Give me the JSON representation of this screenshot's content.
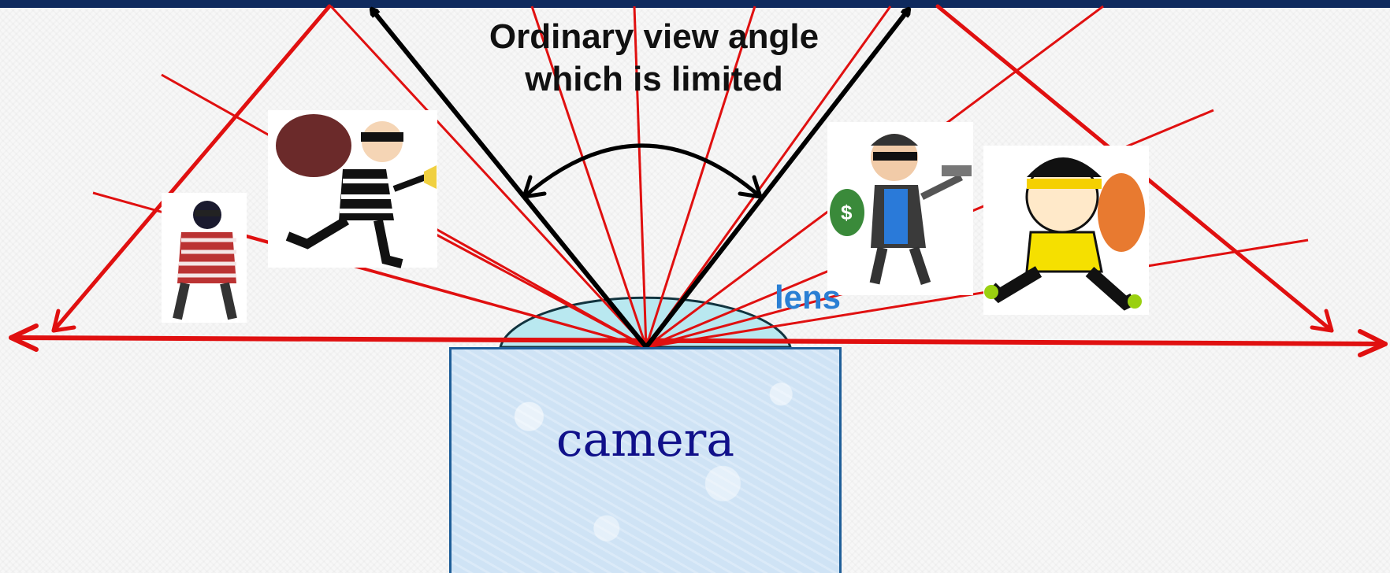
{
  "labels": {
    "view_angle_line1": "Ordinary view angle",
    "view_angle_line2": "which is limited",
    "lens": "lens",
    "camera": "camera"
  },
  "colors": {
    "header_bar": "#0f2a5e",
    "wide_angle_rays": "#e01010",
    "ordinary_view_arrows": "#000000",
    "lens_fill": "#b9e8f0",
    "camera_fill": "#cfe3f5",
    "camera_text": "#10108a",
    "lens_text": "#2a7fd4"
  },
  "figures": [
    {
      "name": "crouching-thief-figure"
    },
    {
      "name": "thief-with-sack-figure"
    },
    {
      "name": "thief-with-gun-figure"
    },
    {
      "name": "thief-running-figure"
    }
  ]
}
